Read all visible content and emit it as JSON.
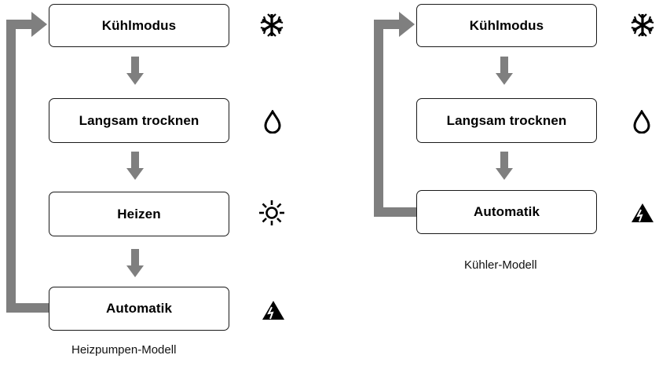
{
  "diagrams": [
    {
      "caption": "Heizpumpen-Modell",
      "steps": [
        {
          "label": "Kühlmodus",
          "icon": "snowflake-icon"
        },
        {
          "label": "Langsam trocknen",
          "icon": "droplet-icon"
        },
        {
          "label": "Heizen",
          "icon": "sun-icon"
        },
        {
          "label": "Automatik",
          "icon": "auto-mode-icon"
        }
      ]
    },
    {
      "caption": "Kühler-Modell",
      "steps": [
        {
          "label": "Kühlmodus",
          "icon": "snowflake-icon"
        },
        {
          "label": "Langsam trocknen",
          "icon": "droplet-icon"
        },
        {
          "label": "Automatik",
          "icon": "auto-mode-icon"
        }
      ]
    }
  ],
  "colors": {
    "arrow": "#7f7f7f",
    "box_border": "#1a1a1a",
    "icon": "#000000"
  }
}
